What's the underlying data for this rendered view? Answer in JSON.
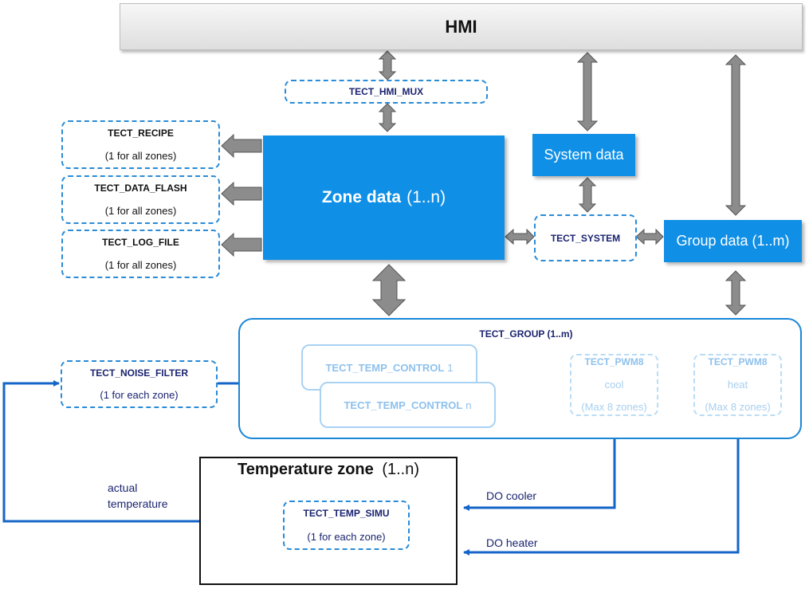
{
  "hmi": "HMI",
  "hmi_mux": "TECT_HMI_MUX",
  "recipe": {
    "name": "TECT_RECIPE",
    "sub": "(1 for all zones)"
  },
  "data_flash": {
    "name": "TECT_DATA_FLASH",
    "sub": "(1 for all zones)"
  },
  "log_file": {
    "name": "TECT_LOG_FILE",
    "sub": "(1 for all zones)"
  },
  "zone_data": {
    "bold": "Zone data",
    "suffix": "(1..n)"
  },
  "system_data": "System data",
  "tect_system": "TECT_SYSTEM",
  "group_data": "Group data (1..m)",
  "noise_filter": {
    "name": "TECT_NOISE_FILTER",
    "sub": "(1 for each zone)"
  },
  "group": {
    "title": "TECT_GROUP (1..m)"
  },
  "temp_control_1": {
    "name": "TECT_TEMP_CONTROL",
    "suffix": "1"
  },
  "temp_control_n": {
    "name": "TECT_TEMP_CONTROL",
    "suffix": "n"
  },
  "pwm_cool": {
    "name": "TECT_PWM8",
    "mode": "cool",
    "note": "(Max 8 zones)"
  },
  "pwm_heat": {
    "name": "TECT_PWM8",
    "mode": "heat",
    "note": "(Max 8 zones)"
  },
  "temp_zone": {
    "bold": "Temperature zone",
    "suffix": "(1..n)"
  },
  "temp_simu": {
    "name": "TECT_TEMP_SIMU",
    "sub": "(1 for each zone)"
  },
  "labels": {
    "actual_line1": "actual",
    "actual_line2": "temperature",
    "do_cooler": "DO cooler",
    "do_heater": "DO heater"
  },
  "colors": {
    "accent_blue": "#0f8fe6",
    "dashed_border": "#2a8bd6",
    "signal_line": "#1565c8",
    "faint_blue": "#9fcbef",
    "arrow_gray": "#8c8c8c"
  },
  "icons": [
    "thermistor-icon",
    "fan-icon",
    "heater-icon"
  ]
}
